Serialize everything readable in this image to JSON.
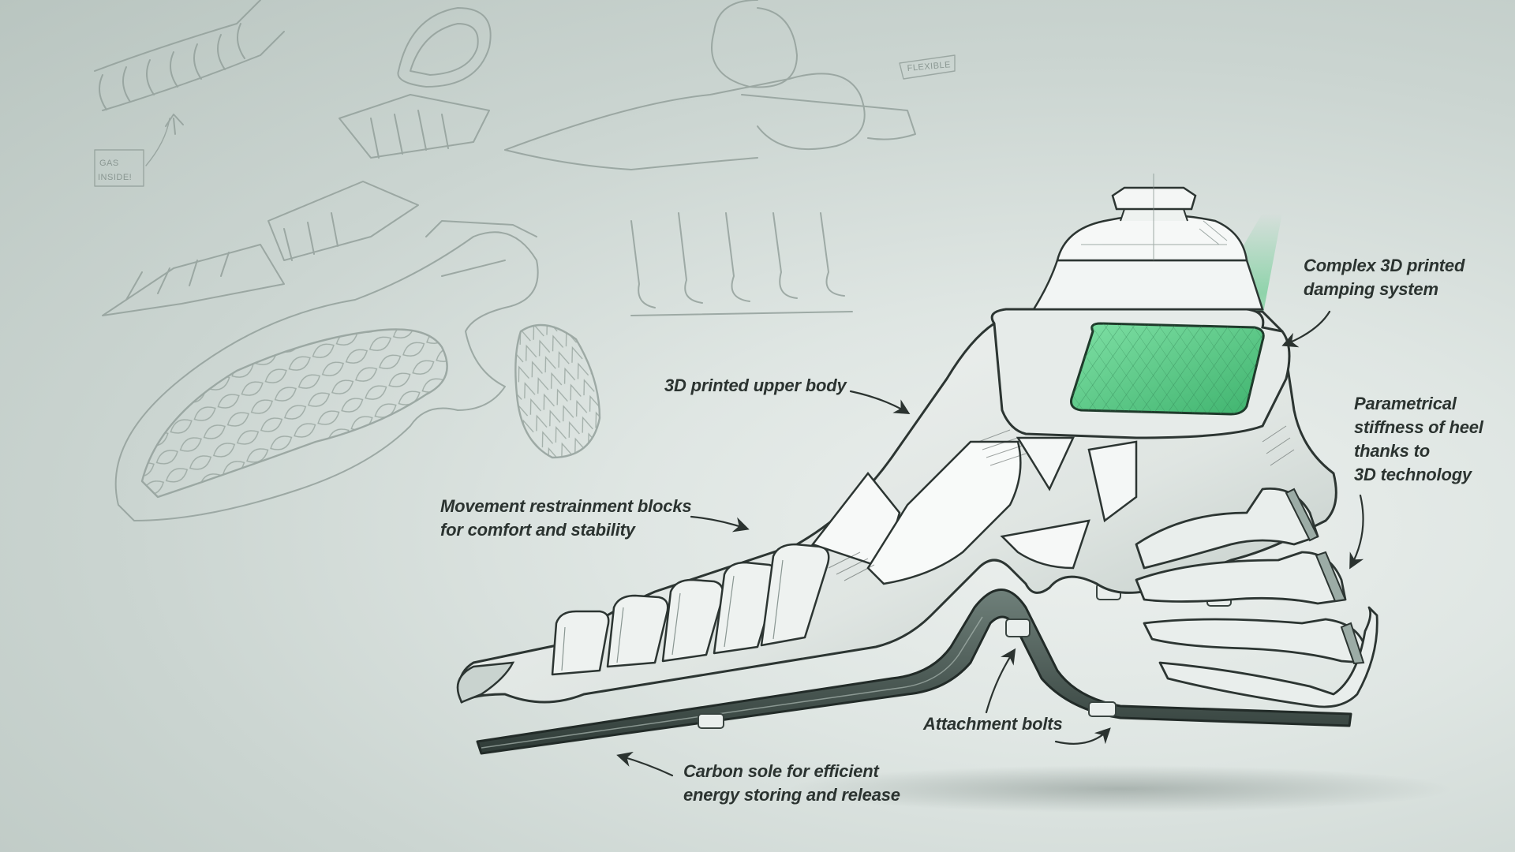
{
  "sketch_tags": {
    "gas_line1": "GAS",
    "gas_line2": "INSIDE!",
    "flexible": "FLEXIBLE"
  },
  "callouts": {
    "damping": [
      "Complex 3D printed",
      "damping system"
    ],
    "upper_body": [
      "3D printed upper body"
    ],
    "heel": [
      "Parametrical",
      "stiffness of heel",
      "thanks to",
      "3D technology"
    ],
    "restraint": [
      "Movement restrainment blocks",
      "for comfort and stability"
    ],
    "bolts": [
      "Attachment bolts"
    ],
    "sole": [
      "Carbon sole for efficient",
      "energy storing and release"
    ]
  },
  "colors": {
    "accent_green": "#5fd08c",
    "sketch_line": "#8d9a95",
    "ink": "#2b3330"
  }
}
